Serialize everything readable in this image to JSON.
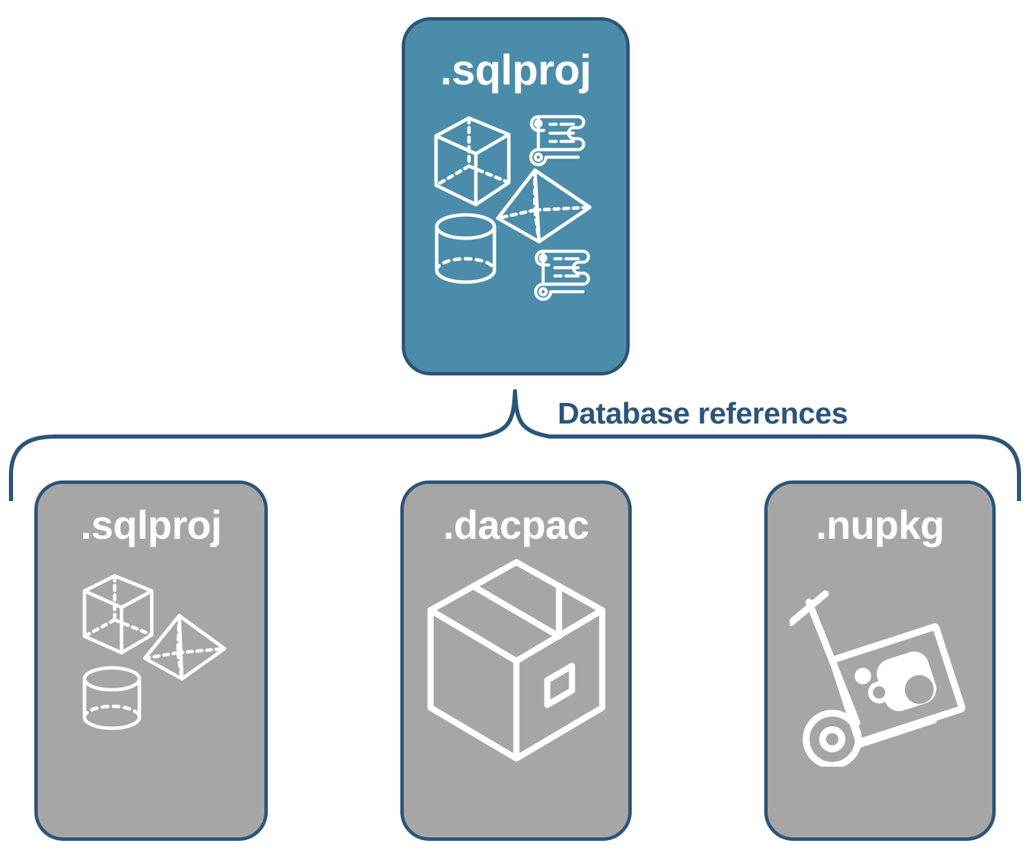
{
  "diagram": {
    "title": "SQL project database references",
    "background_color": "#FFFFFF",
    "accent_color": "#2C5578",
    "primary_card_color": "#4A8CAA",
    "secondary_card_color": "#A6A6A6"
  },
  "top_card": {
    "label": ".sqlproj",
    "role": "source-project",
    "icons": [
      "cube-icon",
      "scroll-icon",
      "pyramid-icon",
      "cylinder-icon",
      "scroll-icon"
    ]
  },
  "connector": {
    "label": "Database references",
    "style": "curly-bracket",
    "color": "#2C5578"
  },
  "reference_targets": [
    {
      "label": ".sqlproj",
      "role": "project-reference",
      "icons": [
        "cube-icon",
        "pyramid-icon",
        "cylinder-icon"
      ]
    },
    {
      "label": ".dacpac",
      "role": "dacpac-reference",
      "icons": [
        "package-box-icon"
      ]
    },
    {
      "label": ".nupkg",
      "role": "nuget-package-reference",
      "icons": [
        "hand-truck-icon",
        "nuget-package-icon"
      ]
    }
  ]
}
